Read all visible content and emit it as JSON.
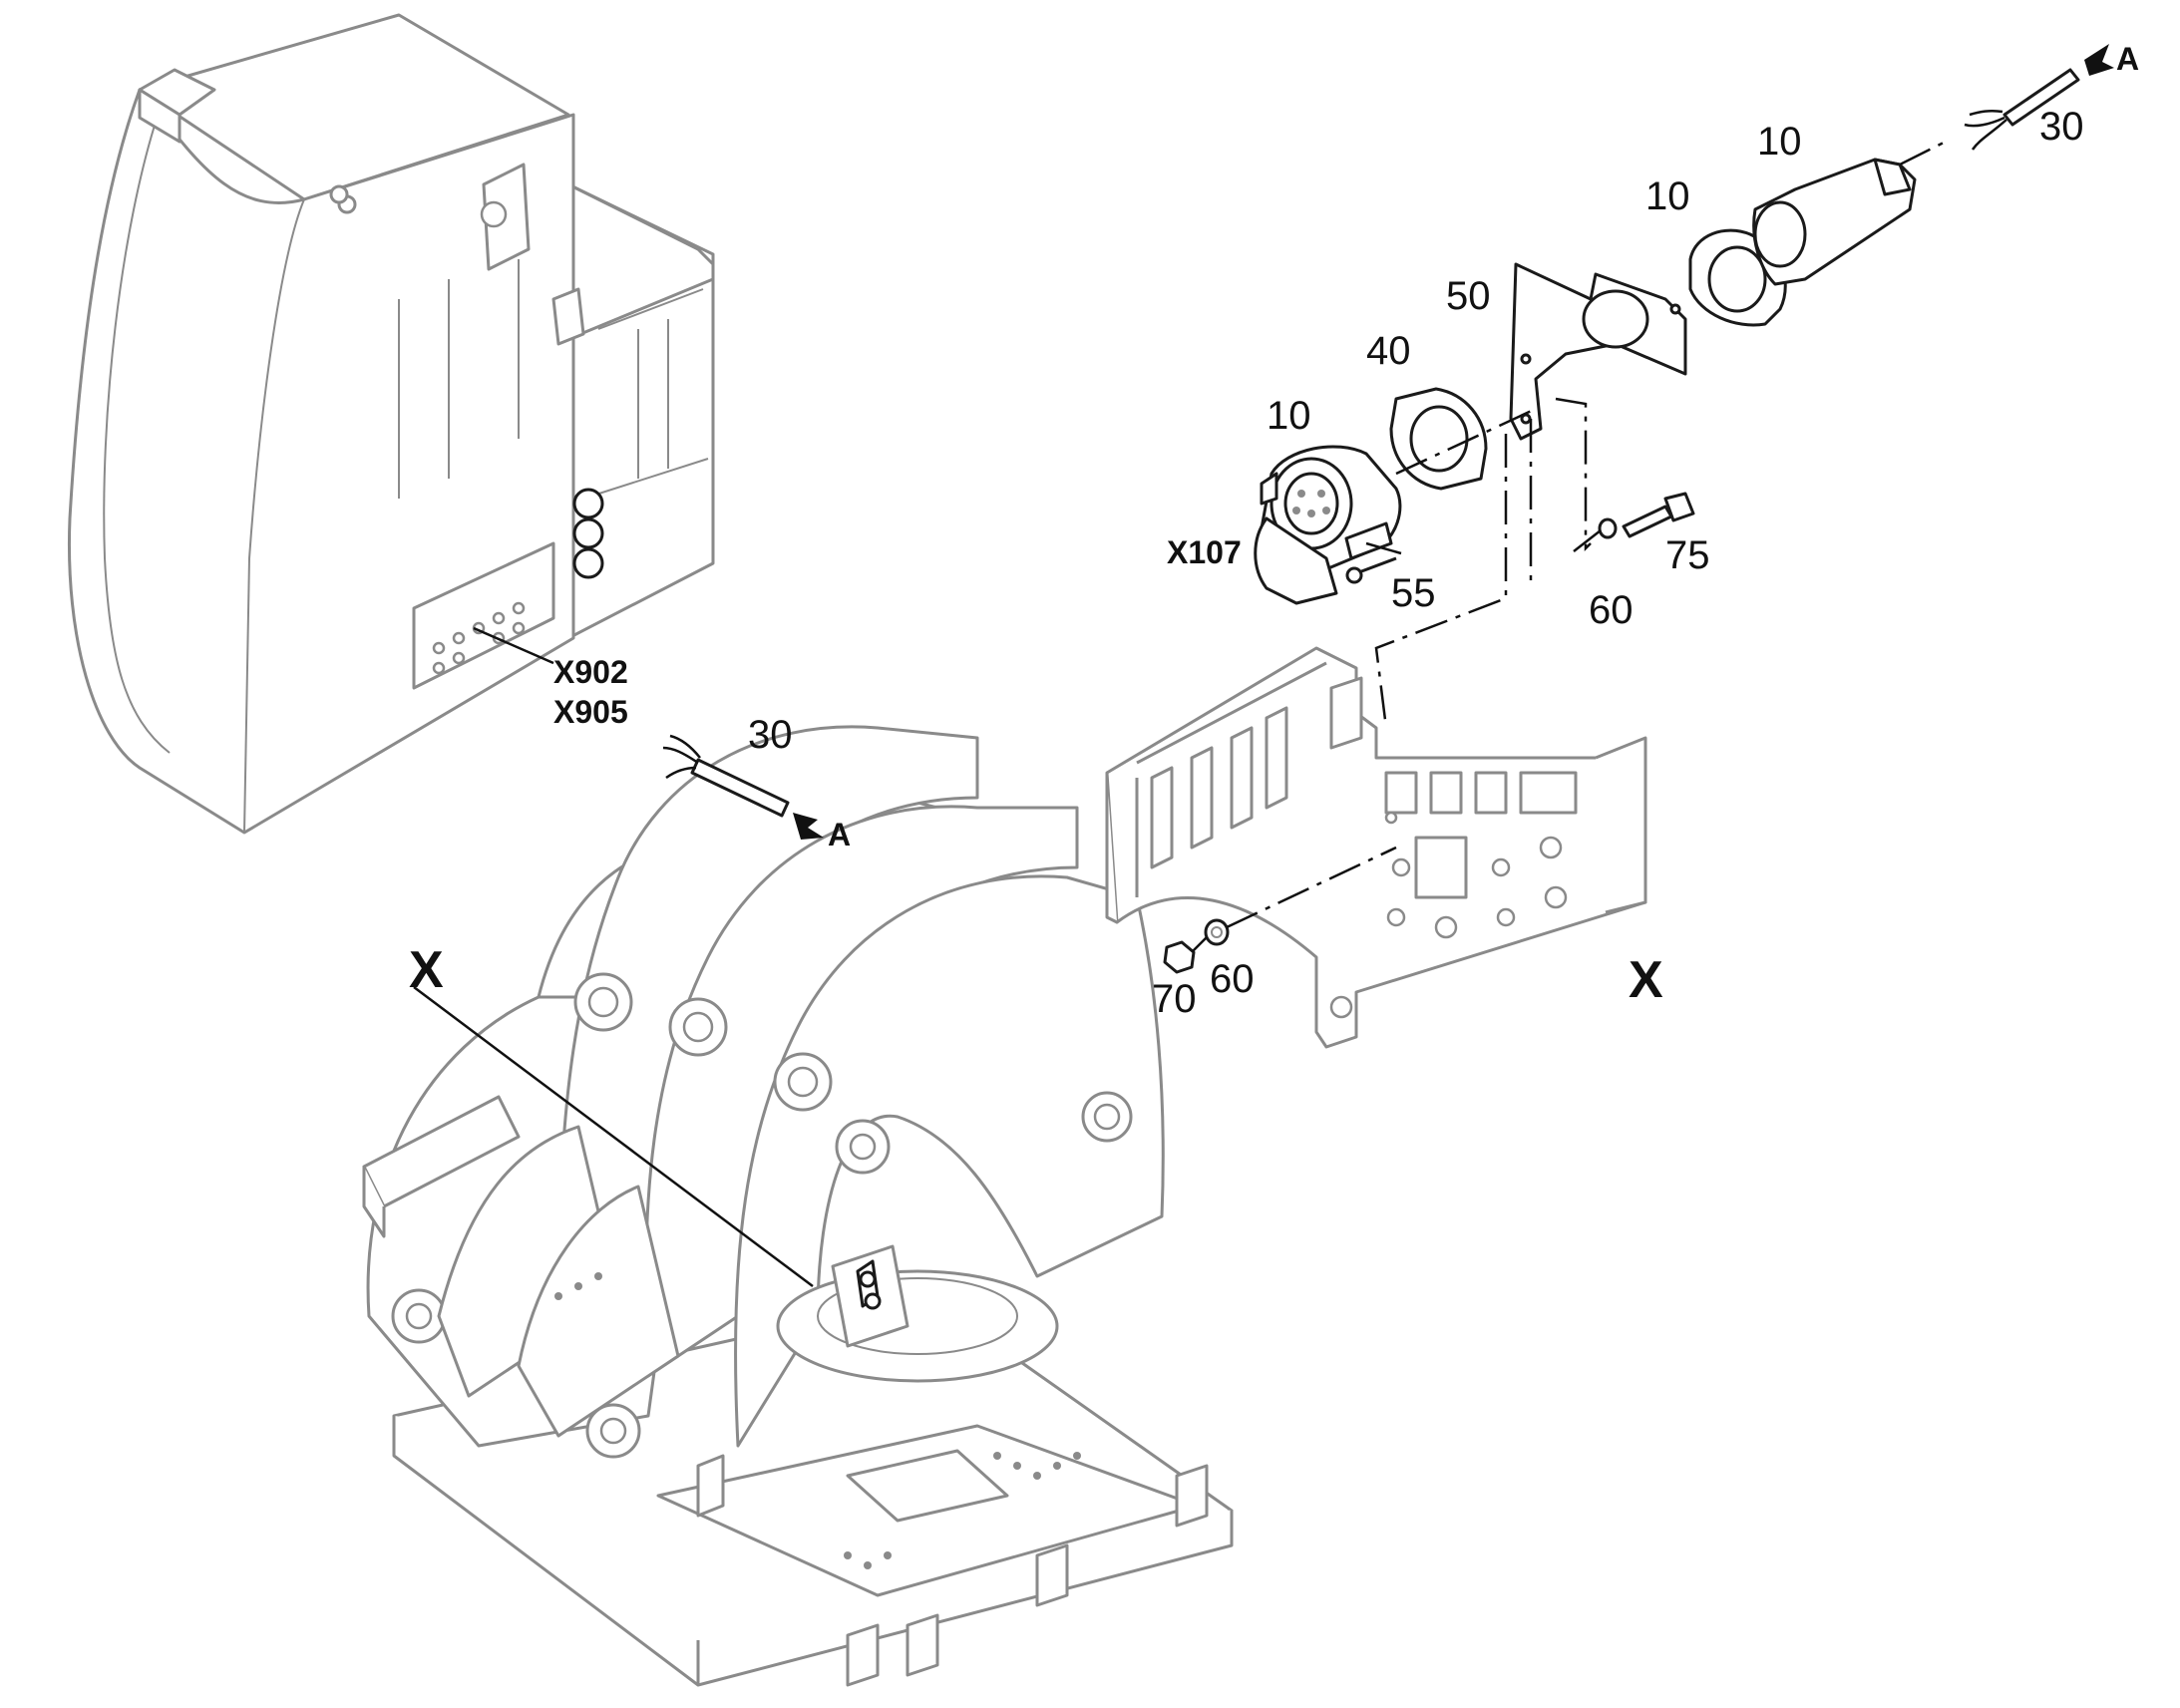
{
  "labels": {
    "item_10_socket": "10",
    "item_10_flange": "10",
    "item_10_housing": "10",
    "item_30_top": "30",
    "item_30_cable": "30",
    "item_40": "40",
    "item_50": "50",
    "item_55": "55",
    "item_60_top": "60",
    "item_60_bottom": "60",
    "item_70": "70",
    "item_75": "75",
    "connector_x107": "X107",
    "connector_x902": "X902",
    "connector_x905": "X905",
    "ref_a_top": "A",
    "ref_a_cable": "A",
    "detail_x_machine": "X",
    "detail_x_bracket": "X"
  }
}
